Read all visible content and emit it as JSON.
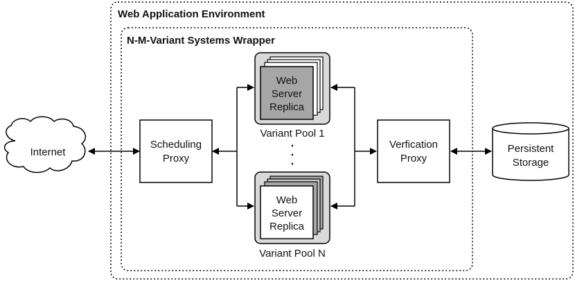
{
  "env_title": "Web Application Environment",
  "wrapper_title": "N-M-Variant Systems Wrapper",
  "internet_label": "Internet",
  "scheduling_proxy": {
    "line1": "Scheduling",
    "line2": "Proxy"
  },
  "verification_proxy": {
    "line1": "Verfication",
    "line2": "Proxy"
  },
  "persistent_storage": {
    "line1": "Persistent",
    "line2": "Storage"
  },
  "pool1": {
    "label": "Variant Pool 1",
    "replica": {
      "line1": "Web",
      "line2": "Server",
      "line3": "Replica"
    }
  },
  "poolN": {
    "label": "Variant Pool N",
    "replica": {
      "line1": "Web",
      "line2": "Server",
      "line3": "Replica"
    }
  },
  "ellipsis": "·\n·\n·",
  "colors": {
    "stroke": "#000000",
    "pool_bg": "#d9d9d9",
    "replica_dark": "#a6a6a6",
    "replica_light": "#ffffff",
    "stack_mid": "#c8c8c8"
  }
}
